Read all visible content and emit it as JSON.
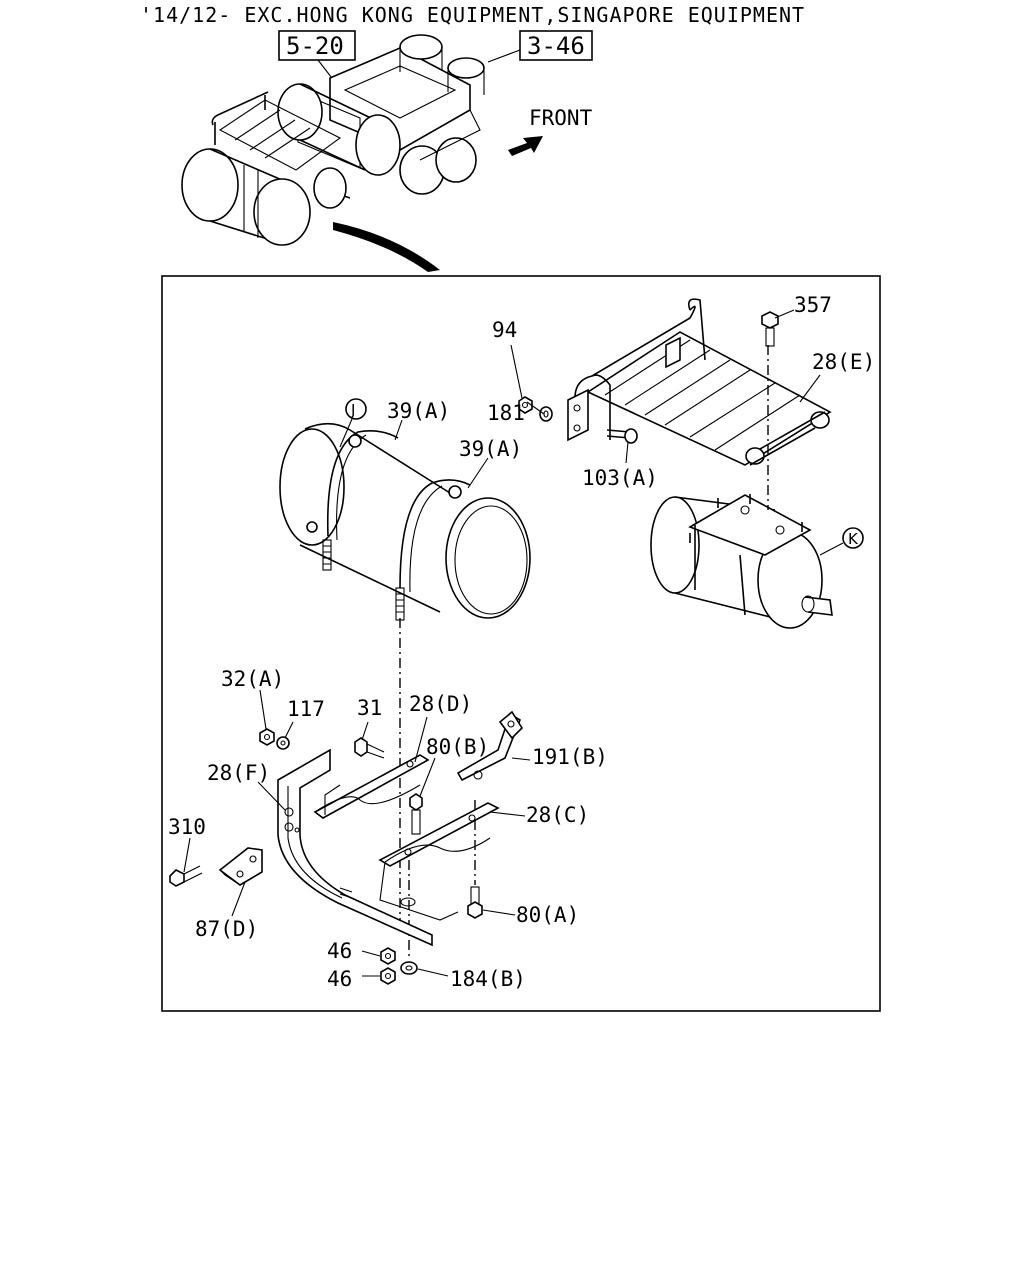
{
  "header": {
    "applicability": "'14/12- EXC.HONG KONG EQUIPMENT,SINGAPORE EQUIPMENT",
    "ref_a": "5-20",
    "ref_b": "3-46",
    "front": "FRONT"
  },
  "callouts": {
    "j": "J",
    "k": "K",
    "p357": "357",
    "p94": "94",
    "p28e": "28(E)",
    "p39a_1": "39(A)",
    "p39a_2": "39(A)",
    "p181": "181",
    "p103a": "103(A)",
    "p32a": "32(A)",
    "p117": "117",
    "p31": "31",
    "p28d": "28(D)",
    "p80b": "80(B)",
    "p191b": "191(B)",
    "p28f": "28(F)",
    "p310": "310",
    "p28c": "28(C)",
    "p87d": "87(D)",
    "p80a": "80(A)",
    "p46_1": "46",
    "p46_2": "46",
    "p184b": "184(B)"
  }
}
